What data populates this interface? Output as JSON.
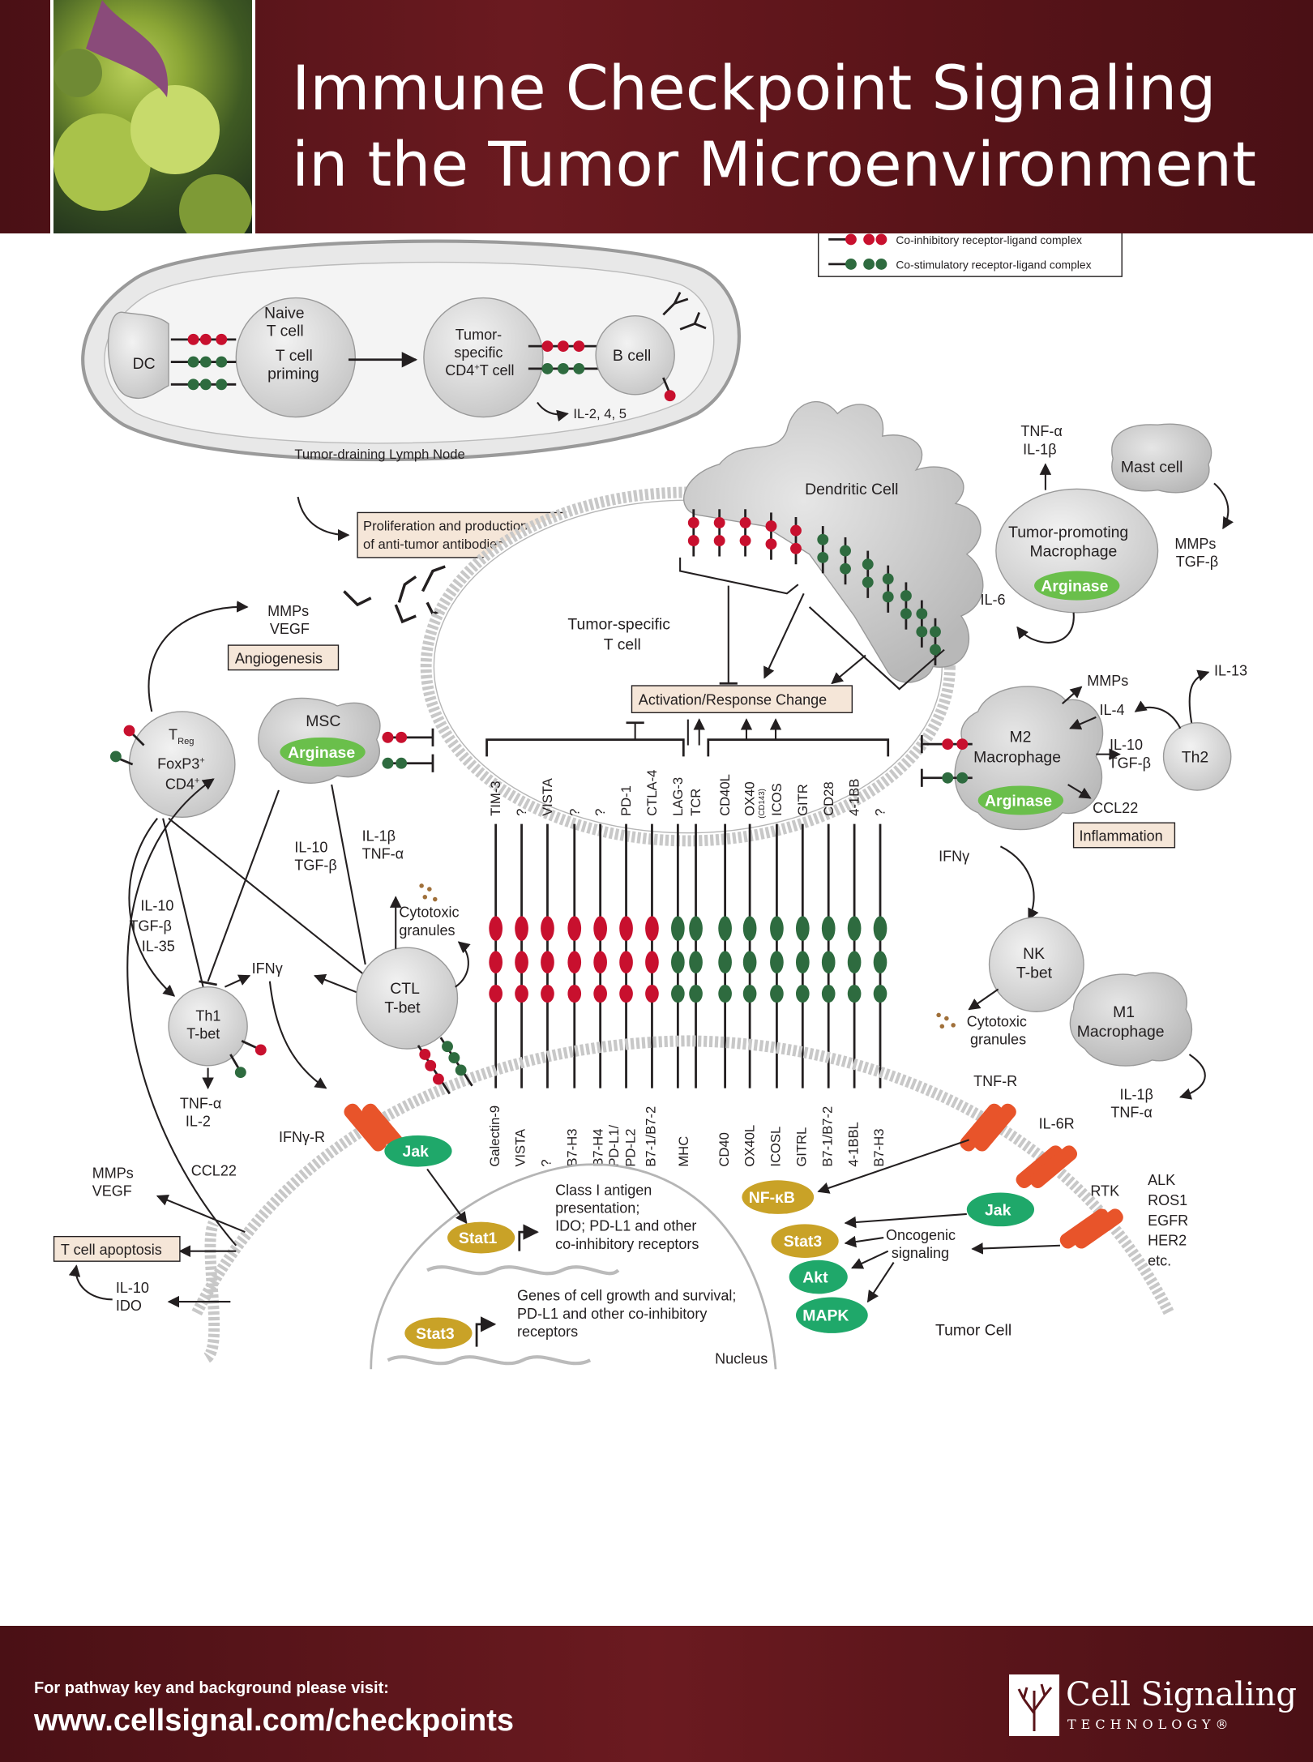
{
  "header": {
    "title_line1": "Immune Checkpoint Signaling",
    "title_line2": "in the Tumor Microenvironment"
  },
  "legend": {
    "co_inhibitory": "Co-inhibitory receptor-ligand complex",
    "co_stimulatory": "Co-stimulatory receptor-ligand complex",
    "inhibitory_color": "#c8102e",
    "stimulatory_color": "#2e6b3f"
  },
  "lymph_node": {
    "label": "Tumor-draining Lymph Node",
    "dc": "DC",
    "naive_1": "Naive",
    "naive_2": "T cell",
    "priming_1": "T cell",
    "priming_2": "priming",
    "cd4_1": "Tumor-",
    "cd4_2": "specific",
    "cd4_3": "CD4",
    "cd4_sup": "+",
    "cd4_4": "T cell",
    "bcell": "B cell",
    "cytokines": "IL-2, 4, 5"
  },
  "boxes": {
    "proliferation_1": "Proliferation and production",
    "proliferation_2": "of anti-tumor antibodies",
    "angiogenesis": "Angiogenesis",
    "activation": "Activation/Response Change",
    "inflammation": "Inflammation",
    "apoptosis": "T cell apoptosis"
  },
  "cells": {
    "dendritic": "Dendritic Cell",
    "tumor_t_1": "Tumor-specific",
    "tumor_t_2": "T cell",
    "treg_1": "T",
    "treg_sub": "Reg",
    "treg_2": "FoxP3",
    "treg_2_sup": "+",
    "treg_3": "CD4",
    "treg_3_sup": "+",
    "msc": "MSC",
    "arginase": "Arginase",
    "th1_1": "Th1",
    "th1_2": "T-bet",
    "ctl_1": "CTL",
    "ctl_2": "T-bet",
    "tpm_1": "Tumor-promoting",
    "tpm_2": "Macrophage",
    "mast": "Mast cell",
    "m2_1": "M2",
    "m2_2": "Macrophage",
    "th2": "Th2",
    "nk_1": "NK",
    "nk_2": "T-bet",
    "m1_1": "M1",
    "m1_2": "Macrophage",
    "tumor": "Tumor Cell",
    "nucleus": "Nucleus"
  },
  "labels": {
    "mmps": "MMPs",
    "vegf": "VEGF",
    "il10": "IL-10",
    "tgfb": "TGF-β",
    "il35": "IL-35",
    "il1b": "IL-1β",
    "tnfa": "TNF-α",
    "ifng": "IFNγ",
    "il2": "IL-2",
    "ifngr": "IFNγ-R",
    "ccl22": "CCL22",
    "ido": "IDO",
    "il6": "IL-6",
    "il4": "IL-4",
    "il13": "IL-13",
    "tnfr": "TNF-R",
    "il6r": "IL-6R",
    "rtk": "RTK",
    "alk": "ALK",
    "ros1": "ROS1",
    "egfr": "EGFR",
    "her2": "HER2",
    "etc": "etc.",
    "cytotoxic_1": "Cytotoxic",
    "cytotoxic_2": "granules",
    "oncogenic_1": "Oncogenic",
    "oncogenic_2": "signaling"
  },
  "signaling": {
    "jak": "Jak",
    "stat1": "Stat1",
    "stat3": "Stat3",
    "nfkb": "NF-κB",
    "akt": "Akt",
    "mapk": "MAPK",
    "stat1_text_1": "Class I antigen",
    "stat1_text_2": "presentation;",
    "stat1_text_3": "IDO; PD-L1 and other",
    "stat1_text_4": "co-inhibitory receptors",
    "stat3_text_1": "Genes of cell growth and survival;",
    "stat3_text_2": "PD-L1 and other co-inhibitory",
    "stat3_text_3": "receptors"
  },
  "receptors": [
    "TIM-3",
    "?",
    "VISTA",
    "?",
    "?",
    "PD-1",
    "CTLA-4",
    "LAG-3",
    "TCR",
    "CD40L",
    "OX40",
    "ICOS",
    "GITR",
    "CD28",
    "4-1BB",
    "?"
  ],
  "receptor_note": "(CD143)",
  "ligands": [
    "Galectin-9",
    "VISTA",
    "?",
    "B7-H3",
    "B7-H4",
    "PD-L1/",
    "PD-L2",
    "B7-1/B7-2",
    "MHC",
    "CD40",
    "OX40L",
    "ICOSL",
    "GITRL",
    "B7-1/B7-2",
    "4-1BBL",
    "B7-H3"
  ],
  "footer": {
    "note": "For pathway key and background please visit:",
    "url": "www.cellsignal.com/checkpoints",
    "brand": "Cell Signaling",
    "brand_sub": "TECHNOLOGY",
    "reg": "®"
  }
}
